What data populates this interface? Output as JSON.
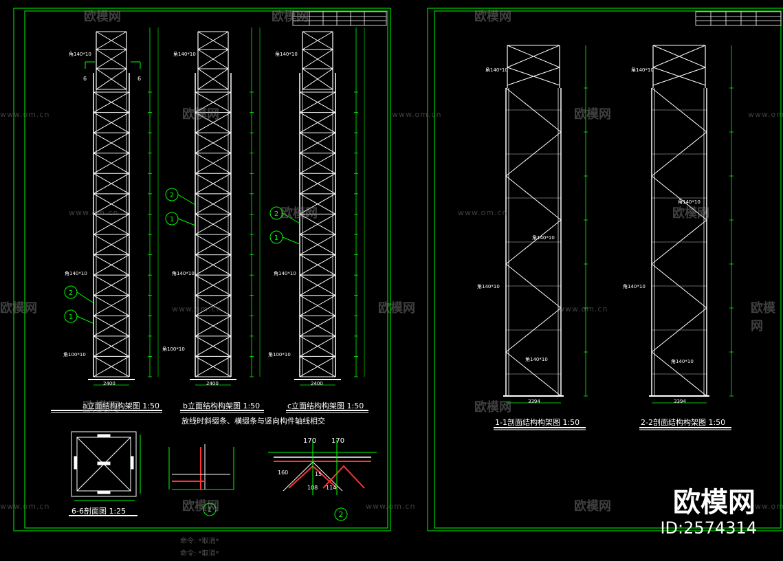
{
  "sheet_left": {
    "titles": {
      "a": "a立面结构构架图 1:50",
      "b": "b立面结构构架图 1:50",
      "c": "c立面结构构架图 1:50",
      "s66": "6-6剖面图   1:25"
    },
    "note": "放线时斜缀条、横缀条与竖向构件轴线相交",
    "member_label": "角140*10",
    "member_label_small": "角100*10",
    "width_dim": "2400",
    "section_mark": "6",
    "callouts": [
      "1",
      "2"
    ],
    "detail_dims": [
      "170",
      "170",
      "108",
      "114",
      "160",
      "15"
    ]
  },
  "sheet_right": {
    "titles": {
      "s11": "1-1剖面结构构架图 1:50",
      "s22": "2-2剖面结构构架图 1:50"
    },
    "member_label": "角140*10",
    "width_dim": "3394"
  },
  "watermark": {
    "text": "欧模网",
    "url": "www.om.cn"
  },
  "command_lines": [
    "命令: *取消*",
    "命令: *取消*"
  ],
  "brand": {
    "name": "欧模网",
    "id": "ID:2574314"
  },
  "colors": {
    "border": "#00ff00",
    "lines": "#ffffff",
    "dims": "#00ff00",
    "detail_red": "#ff3333",
    "accent": "#ffff00"
  }
}
